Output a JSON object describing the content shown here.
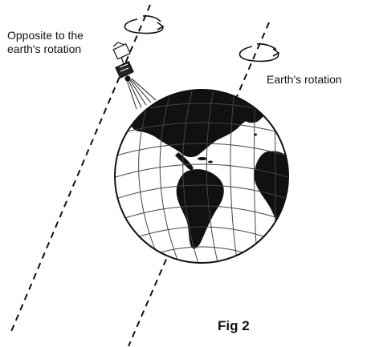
{
  "labels": {
    "satellite_rotation_line1": "Opposite to the",
    "satellite_rotation_line2": "earth's rotation",
    "earth_rotation": "Earth's rotation"
  },
  "caption": "Fig 2",
  "colors": {
    "ink": "#111111",
    "globe_ocean": "#ffffff",
    "land": "#111111",
    "grid": "#444444"
  },
  "icons": {
    "satellite": "satellite-icon",
    "earth_rotation_arrow": "rotation-arrow-icon",
    "satellite_rotation_arrow": "rotation-arrow-icon",
    "globe": "globe-icon"
  }
}
